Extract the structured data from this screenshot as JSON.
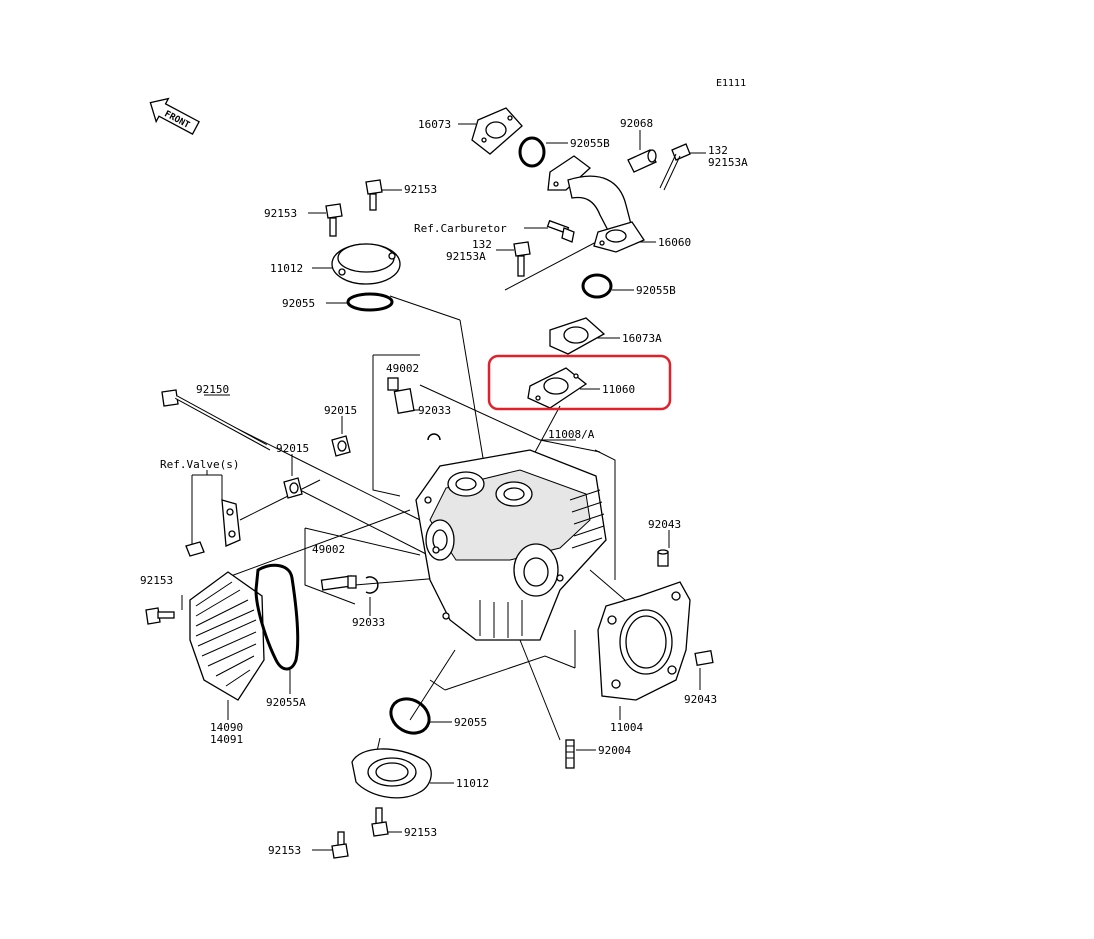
{
  "diagram": {
    "code": "E1111",
    "front_label": "FRONT",
    "highlight_color": "#e0202a",
    "labels": {
      "p16073_top": "16073",
      "p92055b_top": "92055B",
      "p92068": "92068",
      "p132_a": "132",
      "p92153a_a": "92153A",
      "p92153_bolt_top": "92153",
      "p92153_left": "92153",
      "ref_carburetor": "Ref.Carburetor",
      "p132_b": "132",
      "p92153a_b": "92153A",
      "p16060": "16060",
      "p11012_top": "11012",
      "p92055b_mid": "92055B",
      "p92055_top": "92055",
      "p16073a": "16073A",
      "p49002_top": "49002",
      "p11060": "11060",
      "p92150": "92150",
      "p92015_a": "92015",
      "p92033_top": "92033",
      "p11008a": "11008/A",
      "p92015_b": "92015",
      "ref_valve": "Ref.Valve(s)",
      "p92043_top": "92043",
      "p49002_bottom": "49002",
      "p92153_cover": "92153",
      "p92033_bottom": "92033",
      "p92043_bottom": "92043",
      "p92055a": "92055A",
      "p14090": "14090",
      "p14091": "14091",
      "p11004": "11004",
      "p92055_bottom": "92055",
      "p92004": "92004",
      "p11012_bottom": "11012",
      "p92153_bottom_r": "92153",
      "p92153_bottom_l": "92153"
    }
  }
}
